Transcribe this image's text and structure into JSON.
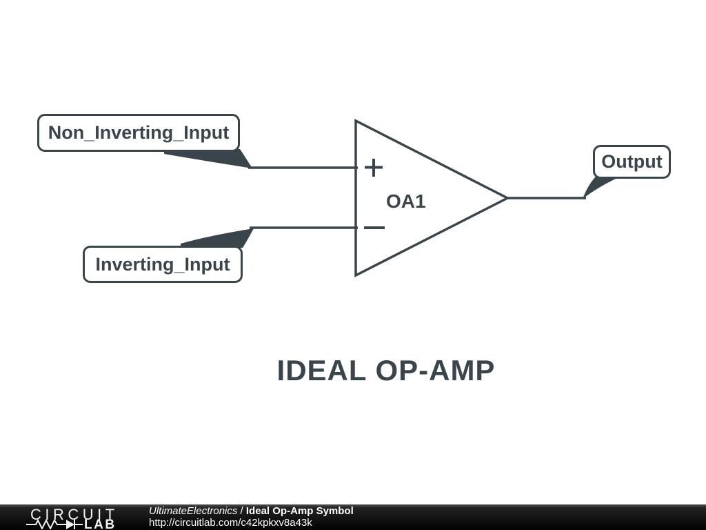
{
  "schematic": {
    "labels": {
      "non_inverting": "Non_Inverting_Input",
      "inverting": "Inverting_Input",
      "output": "Output"
    },
    "opamp": {
      "designator": "OA1",
      "noninverting_mark": "+",
      "inverting_mark": "−"
    },
    "title": "IDEAL OP-AMP",
    "colors": {
      "ink": "#3a444b",
      "canvas": "#ffffff"
    }
  },
  "footer": {
    "logo": {
      "word_top": "CIRCUIT",
      "word_bottom": "LAB"
    },
    "attribution_author": "UltimateElectronics",
    "attribution_separator": " / ",
    "attribution_title": "Ideal Op-Amp Symbol",
    "url": "http://circuitlab.com/c42kpkxv8a43k",
    "colors": {
      "bar": "#000000",
      "text": "#ffffff"
    }
  }
}
